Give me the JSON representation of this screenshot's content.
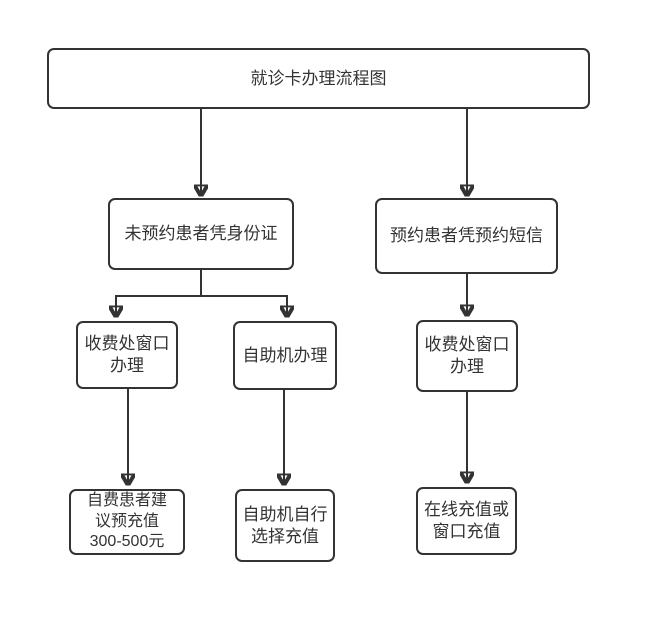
{
  "flowchart": {
    "colors": {
      "stroke": "#333333",
      "text": "#333333",
      "background": "#ffffff"
    },
    "nodes": {
      "root": {
        "label": "就诊卡办理流程图"
      },
      "no_appointment": {
        "label": "未预约患者凭身份证"
      },
      "appointment": {
        "label": "预约患者凭预约短信"
      },
      "cashier_window_left": {
        "label": "收费处窗口\n办理"
      },
      "self_service_machine": {
        "label": "自助机办理"
      },
      "cashier_window_right": {
        "label": "收费处窗口\n办理"
      },
      "self_pay_recharge": {
        "label": "自费患者建\n议预充值\n300-500元"
      },
      "self_service_recharge": {
        "label": "自助机自行\n选择充值"
      },
      "online_or_window_recharge": {
        "label": "在线充值或\n窗口充值"
      }
    }
  }
}
